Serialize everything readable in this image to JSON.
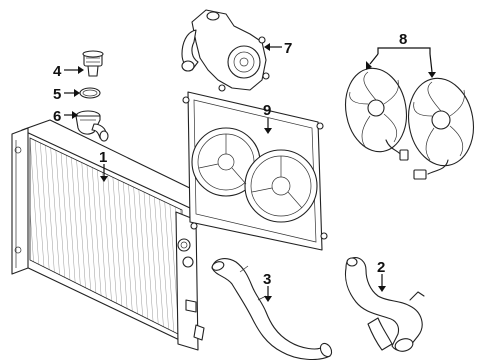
{
  "callouts": [
    {
      "id": "radiator",
      "label": "1"
    },
    {
      "id": "lower-hose-2",
      "label": "2"
    },
    {
      "id": "lower-hose-3",
      "label": "3"
    },
    {
      "id": "thermostat",
      "label": "4"
    },
    {
      "id": "o-ring",
      "label": "5"
    },
    {
      "id": "thermostat-housing",
      "label": "6"
    },
    {
      "id": "water-pump",
      "label": "7"
    },
    {
      "id": "fan-motors",
      "label": "8"
    },
    {
      "id": "fan-shroud",
      "label": "9"
    }
  ]
}
